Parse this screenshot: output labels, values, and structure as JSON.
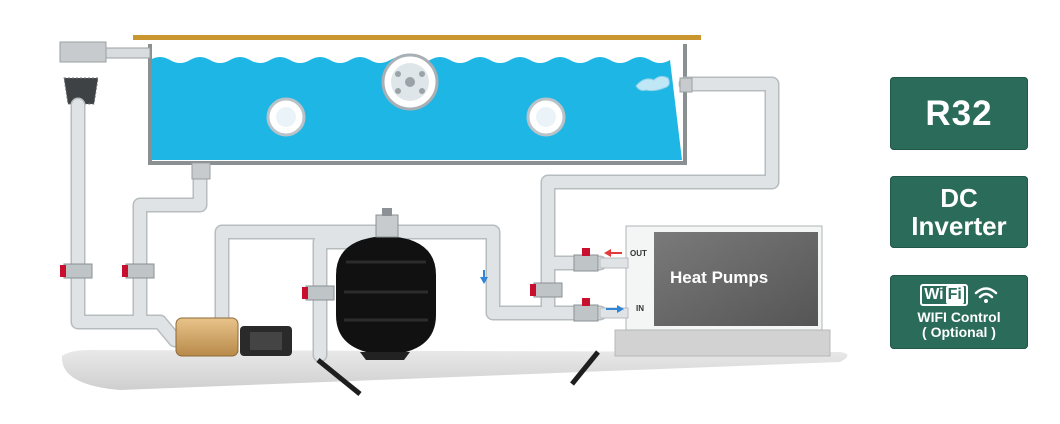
{
  "badges": {
    "r32": "R32",
    "dc_line1": "DC",
    "dc_line2": "Inverter",
    "wifi_logo_a": "Wi",
    "wifi_logo_b": "Fi",
    "wifi_line1": "WIFI Control",
    "wifi_line2": "( Optional )"
  },
  "heat_pump": {
    "label": "Heat Pumps",
    "out_label": "OUT",
    "in_label": "IN"
  },
  "icons": [
    "wifi-icon",
    "arrow-left-icon",
    "arrow-right-icon",
    "arrow-down-icon"
  ],
  "colors": {
    "badge": "#2a6b5a",
    "water": "#1eb6e4",
    "pipe": "#dfe3e5",
    "valve": "#c8102e",
    "heat_pump_panel": "#6e6e6e",
    "ground": "#dcdcdc"
  }
}
